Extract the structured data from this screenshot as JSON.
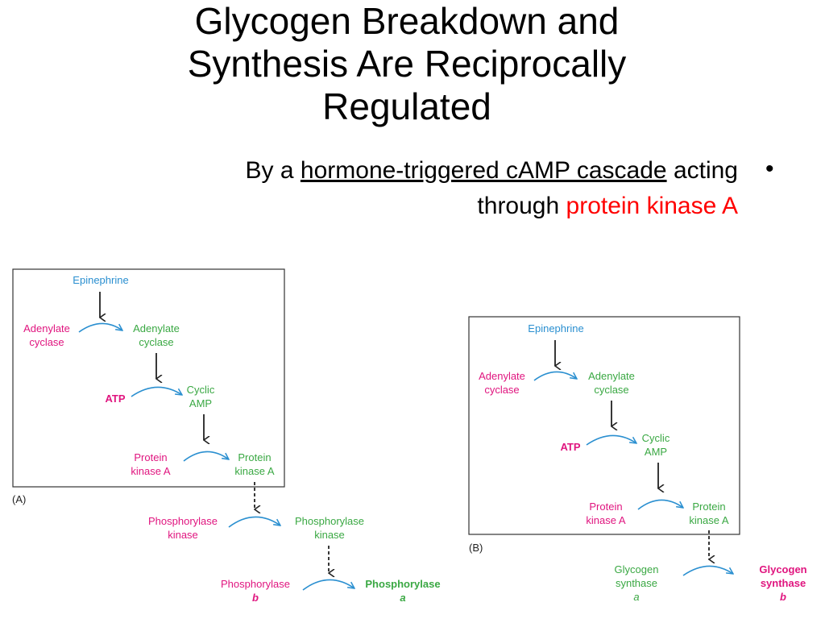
{
  "slide": {
    "title_line1": "Glycogen Breakdown and",
    "title_line2": "Synthesis Are Reciprocally",
    "title_line3": "Regulated",
    "bullet_prefix": "By a",
    "bullet_link": "hormone-triggered cAMP cascade",
    "bullet_mid": "acting",
    "bullet_line2": "through",
    "bullet_highlight": "protein kinase A",
    "bullet_marker": "•"
  },
  "colors": {
    "accent_red": "#ff0000",
    "diagram_blue": "#2a8fd0",
    "diagram_magenta": "#e0157f",
    "diagram_green": "#3aa843"
  },
  "panel_a": {
    "label": "(A)",
    "epinephrine": "Epinephrine",
    "adenylate_inactive": [
      "Adenylate",
      "cyclase"
    ],
    "adenylate_active": [
      "Adenylate",
      "cyclase"
    ],
    "atp": "ATP",
    "cyclic_amp": [
      "Cyclic",
      "AMP"
    ],
    "pka_inactive": [
      "Protein",
      "kinase A"
    ],
    "pka_active": [
      "Protein",
      "kinase A"
    ],
    "phk_inactive": [
      "Phosphorylase",
      "kinase"
    ],
    "phk_active": [
      "Phosphorylase",
      "kinase"
    ],
    "phos_b": [
      "Phosphorylase",
      "b"
    ],
    "phos_a": [
      "Phosphorylase",
      "a"
    ]
  },
  "panel_b": {
    "label": "(B)",
    "epinephrine": "Epinephrine",
    "adenylate_inactive": [
      "Adenylate",
      "cyclase"
    ],
    "adenylate_active": [
      "Adenylate",
      "cyclase"
    ],
    "atp": "ATP",
    "cyclic_amp": [
      "Cyclic",
      "AMP"
    ],
    "pka_inactive": [
      "Protein",
      "kinase A"
    ],
    "pka_active": [
      "Protein",
      "kinase A"
    ],
    "gs_a": [
      "Glycogen",
      "synthase",
      "a"
    ],
    "gs_b": [
      "Glycogen",
      "synthase",
      "b"
    ]
  }
}
